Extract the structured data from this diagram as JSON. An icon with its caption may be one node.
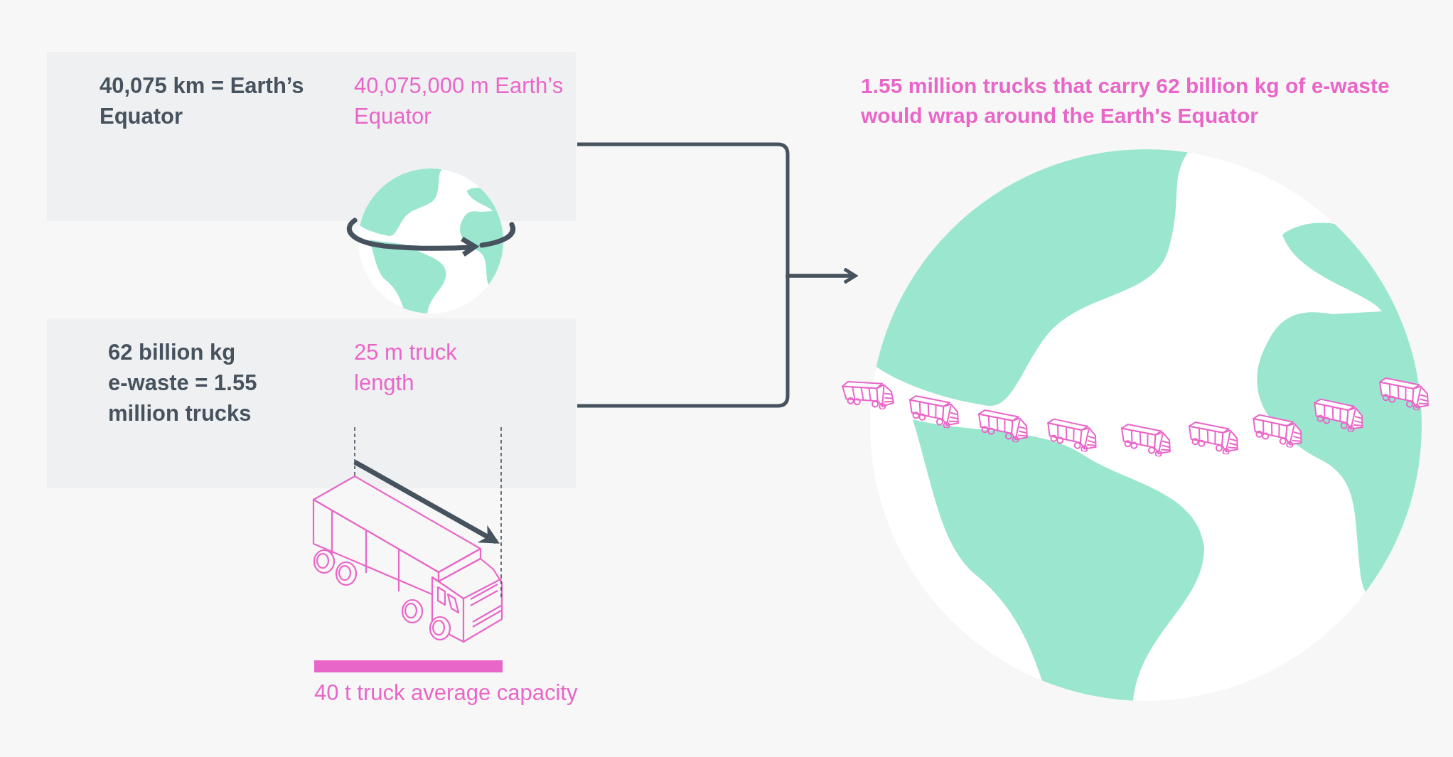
{
  "diagram": {
    "nodes": [
      {
        "text": [
          "40,075 km = Earth’s Equator",
          "40,075,000 m Earth’s Equator"
        ]
      },
      {
        "text": [
          "62 billion kg e-waste = 1.55 million trucks",
          "25 m truck length"
        ]
      },
      {
        "text": [
          "1.55 million trucks that carry 62 billion kg of e-waste would wrap around the Earth's Equator"
        ]
      }
    ],
    "edges": [
      {
        "from": 0,
        "to": 2,
        "arrow": "to"
      },
      {
        "from": 1,
        "to": 2,
        "arrow": "to"
      }
    ],
    "legend": [
      {
        "text": "40 t truck average capacity",
        "color": "#e966c9"
      }
    ]
  }
}
